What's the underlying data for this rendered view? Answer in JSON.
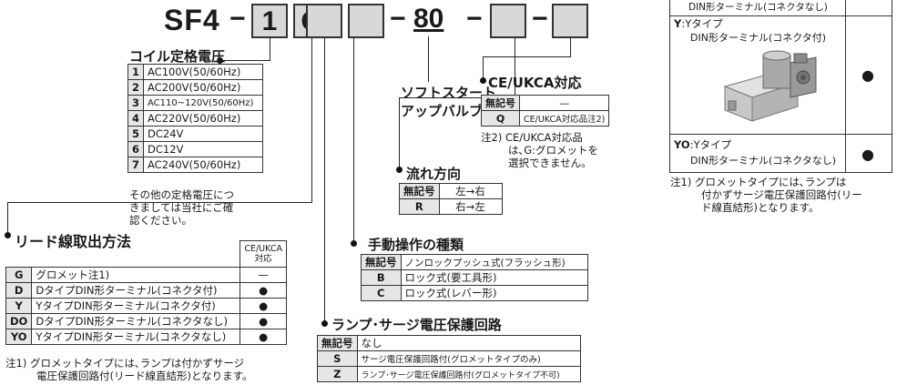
{
  "model": {
    "prefix": "SF4",
    "sep1": "−",
    "box1": "1",
    "box2": "G",
    "sep2": "−",
    "flow": "80",
    "sep3": "−",
    "sep4": "−"
  },
  "coil": {
    "title": "コイル定格電圧",
    "rows": [
      {
        "code": "1",
        "value": "AC100V(50/60Hz)"
      },
      {
        "code": "2",
        "value": "AC200V(50/60Hz)"
      },
      {
        "code": "3",
        "value": "AC110~120V(50/60Hz)"
      },
      {
        "code": "4",
        "value": "AC220V(50/60Hz)"
      },
      {
        "code": "5",
        "value": "DC24V"
      },
      {
        "code": "6",
        "value": "DC12V"
      },
      {
        "code": "7",
        "value": "AC240V(50/60Hz)"
      }
    ],
    "note": [
      "その他の定格電圧につ",
      "きましては当社にご確",
      "認ください。"
    ]
  },
  "soft_start": {
    "line1": "ソフトスタート",
    "line2": "アップバルブ用"
  },
  "ce": {
    "title": "CE/UKCA対応",
    "rows": [
      {
        "code": "無記号",
        "value": "—"
      },
      {
        "code": "Q",
        "value": "CE/UKCA対応品注2)"
      }
    ],
    "note": [
      "注2) CE/UKCA対応品",
      "は､G:グロメットを",
      "選択できません。"
    ]
  },
  "flow_dir": {
    "title": "流れ方向",
    "rows": [
      {
        "code": "無記号",
        "value": "左→右"
      },
      {
        "code": "R",
        "value": "右→左"
      }
    ]
  },
  "lead": {
    "title": "リード線取出方法",
    "col_header": "CE/UKCA\n対応",
    "col_header_l1": "CE/UKCA",
    "col_header_l2": "対応",
    "rows": [
      {
        "code": "G",
        "value": "グロメット注1)",
        "ce": "—"
      },
      {
        "code": "D",
        "value": "DタイプDIN形ターミナル(コネクタ付)",
        "ce": "●"
      },
      {
        "code": "Y",
        "value": "YタイプDIN形ターミナル(コネクタ付)",
        "ce": "●"
      },
      {
        "code": "DO",
        "value": "DタイプDIN形ターミナル(コネクタなし)",
        "ce": "●"
      },
      {
        "code": "YO",
        "value": "YタイプDIN形ターミナル(コネクタなし)",
        "ce": "●"
      }
    ],
    "note": [
      "注1) グロメットタイプには､ランプは付かずサージ",
      "電圧保護回路付(リード線直結形)となります。"
    ]
  },
  "manual": {
    "title": "手動操作の種類",
    "rows": [
      {
        "code": "無記号",
        "value": "ノンロックプッシュ式(フラッシュ形)"
      },
      {
        "code": "B",
        "value": "ロック式(要工具形)"
      },
      {
        "code": "C",
        "value": "ロック式(レバー形)"
      }
    ]
  },
  "lamp": {
    "title": "ランプ･サージ電圧保護回路",
    "rows": [
      {
        "code": "無記号",
        "value": "なし"
      },
      {
        "code": "S",
        "value": "サージ電圧保護回路付(グロメットタイプのみ)"
      },
      {
        "code": "Z",
        "value": "ランプ･サージ電圧保護回路付(グロメットタイプ不可)"
      }
    ]
  },
  "right": {
    "row0_text": "DIN形ターミナル(コネクタなし)",
    "y_code": "Y",
    "y_type": ":Yタイプ",
    "y_desc": "DIN形ターミナル(コネクタ付)",
    "y_mark": "●",
    "yo_code": "YO",
    "yo_type": ":Yタイプ",
    "yo_desc": "DIN形ターミナル(コネクタなし)",
    "yo_mark": "●",
    "note": [
      "注1) グロメットタイプには､ランプは",
      "付かずサージ電圧保護回路付(リー",
      "ド線直結形)となります。"
    ]
  }
}
